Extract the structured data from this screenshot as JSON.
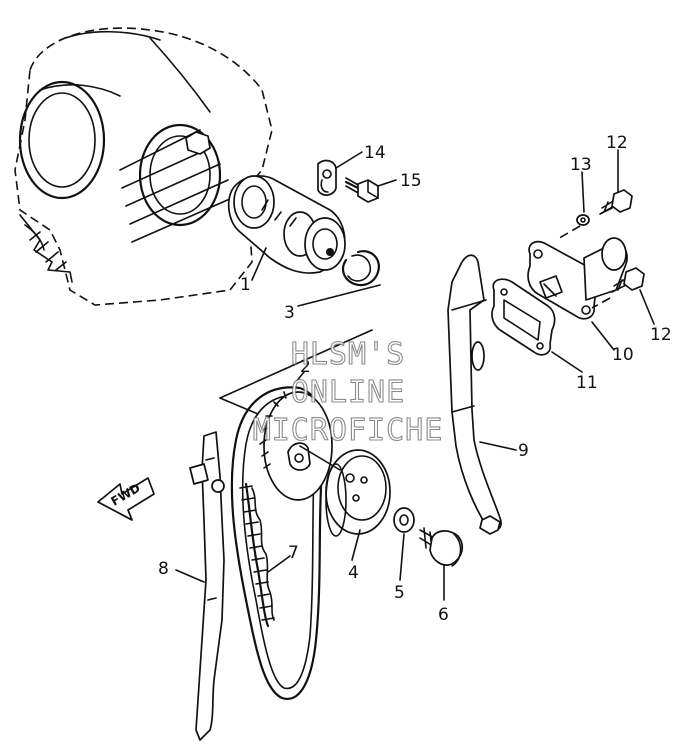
{
  "callouts": [
    {
      "id": "1",
      "text": "1"
    },
    {
      "id": "2",
      "text": "2"
    },
    {
      "id": "3",
      "text": "3"
    },
    {
      "id": "4",
      "text": "4"
    },
    {
      "id": "5",
      "text": "5"
    },
    {
      "id": "6",
      "text": "6"
    },
    {
      "id": "7",
      "text": "7"
    },
    {
      "id": "8",
      "text": "8"
    },
    {
      "id": "9",
      "text": "9"
    },
    {
      "id": "10",
      "text": "10"
    },
    {
      "id": "11",
      "text": "11"
    },
    {
      "id": "12a",
      "text": "12"
    },
    {
      "id": "12b",
      "text": "12"
    },
    {
      "id": "13",
      "text": "13"
    },
    {
      "id": "14",
      "text": "14"
    },
    {
      "id": "15",
      "text": "15"
    }
  ],
  "fwd_label": "FWD",
  "watermark": {
    "line1": "HLSM'S",
    "line2": "ONLINE",
    "line3": "MICROFICHE"
  }
}
